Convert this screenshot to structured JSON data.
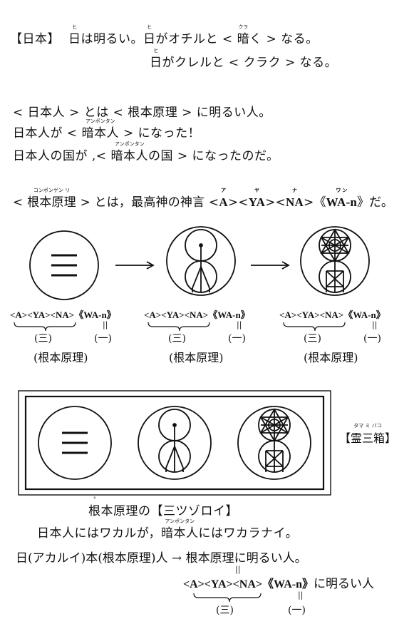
{
  "section1": {
    "bracket_label": "【日本】",
    "line1_a": "日",
    "line1_a_ruby": "ヒ",
    "line1_b": "は明るい。",
    "line1_c": "日",
    "line1_c_ruby": "ヒ",
    "line1_d": "がオチルと < ",
    "line1_e": "暗",
    "line1_e_ruby": "クラ",
    "line1_f": "く > なる。",
    "line2_a": "日",
    "line2_a_ruby": "ヒ",
    "line2_b": "がクレルと < クラク > なる。"
  },
  "section2": {
    "line1": "< 日本人 > とは < 根本原理 > に明るい人。",
    "line2_a": "日本人が < ",
    "line2_b": "暗本人",
    "line2_b_ruby": "アンポンタン",
    "line2_c": " > になった！",
    "line3_a": "日本人の国が ,< ",
    "line3_b": "暗本人",
    "line3_b_ruby": "アンポンタン",
    "line3_c": "の国 > になったのだ。"
  },
  "section3": {
    "a": "< ",
    "b": "根本原理",
    "b_ruby": "コンポンゲン リ",
    "c": " > とは，最高神の神言 <",
    "d": "A",
    "d_ruby": "ア",
    "e": "><",
    "f": "YA",
    "f_ruby": "ヤ",
    "g": "><",
    "h": "NA",
    "h_ruby": "ナ",
    "i": ">《",
    "j": "WA-n",
    "j_ruby": "ワ ン",
    "k": "》だ。"
  },
  "diagrams": {
    "labels": [
      "<A><YA><NA>《WA-n》",
      "<A><YA><NA>《WA-n》",
      "<A><YA><NA>《WA-n》"
    ],
    "group_label": "(三)",
    "single_label": "(一)",
    "equals_mark": "||",
    "caption": "(根本原理)"
  },
  "reishobako": {
    "label": "【霊三箱】",
    "ruby": "タマ ミ バコ"
  },
  "section4": {
    "line1_a": "根",
    "line1_a_ruby": "°",
    "line1_b": "本原理の【三ツゾロイ】",
    "line2_a": "日本人にはワカルが，",
    "line2_b": "暗本人",
    "line2_b_ruby": "アンポンタン",
    "line2_c": "にはワカラナイ。",
    "line3": "日(アカルイ)本(根本原理)人 → 根本原理に明るい人。",
    "equals_mark": "||",
    "line4_a": "<A><YA><NA>《WA-n》",
    "line4_b": "に明るい人",
    "group_label": "(三)",
    "single_label": "(一)"
  }
}
